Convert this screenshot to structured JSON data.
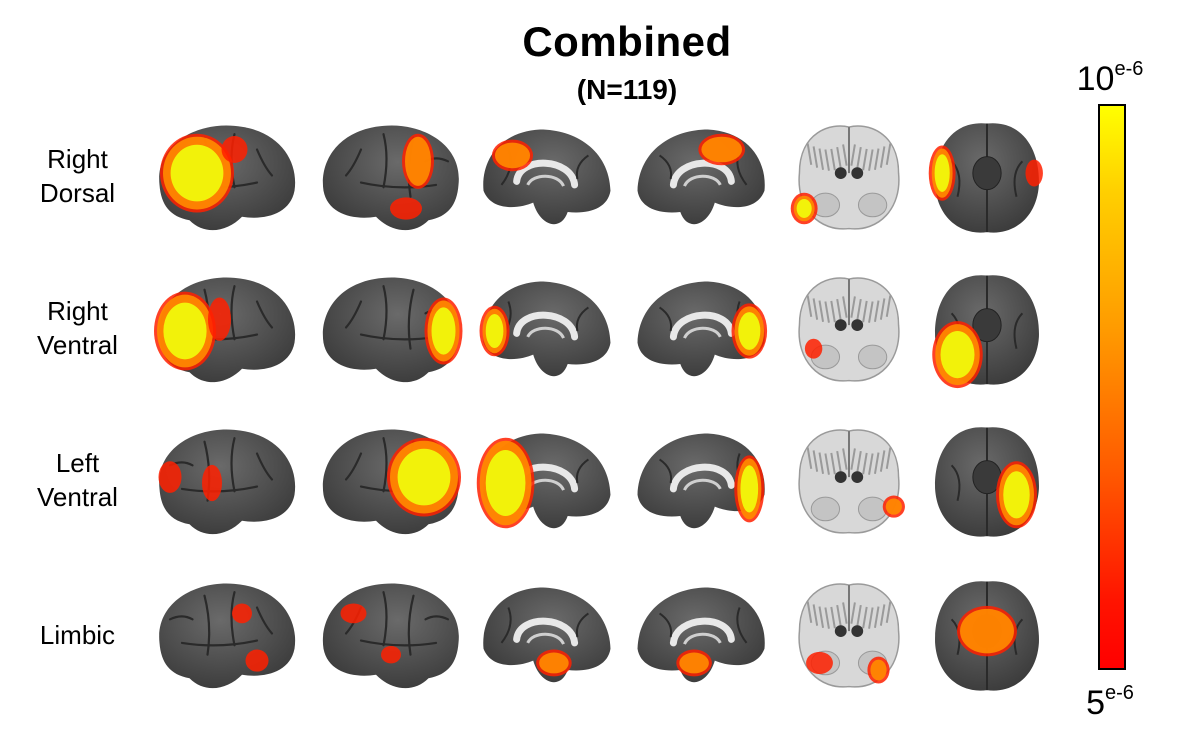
{
  "title": "Combined",
  "subtitle": "(N=119)",
  "rows": [
    {
      "line1": "Right",
      "line2": "Dorsal"
    },
    {
      "line1": "Right",
      "line2": "Ventral"
    },
    {
      "line1": "Left",
      "line2": "Ventral"
    },
    {
      "line1": "Limbic",
      "line2": ""
    }
  ],
  "views": [
    "right-lateral",
    "left-lateral",
    "right-medial",
    "left-medial",
    "coronal-slice",
    "ventral-surface"
  ],
  "colorbar": {
    "max_base": "10",
    "max_exp": "e-6",
    "min_base": "5",
    "min_exp": "e-6",
    "colors": [
      "#ffff00",
      "#ff9a00",
      "#ff0000"
    ]
  },
  "colors": {
    "cortex": "#4a4a4a",
    "sulcus": "#2a2a2a",
    "slice_white": "#d8d8d8",
    "slice_gray": "#9a9a9a",
    "heat_high": "#f2f20a",
    "heat_mid": "#ff8c00",
    "heat_low": "#ff2000"
  }
}
